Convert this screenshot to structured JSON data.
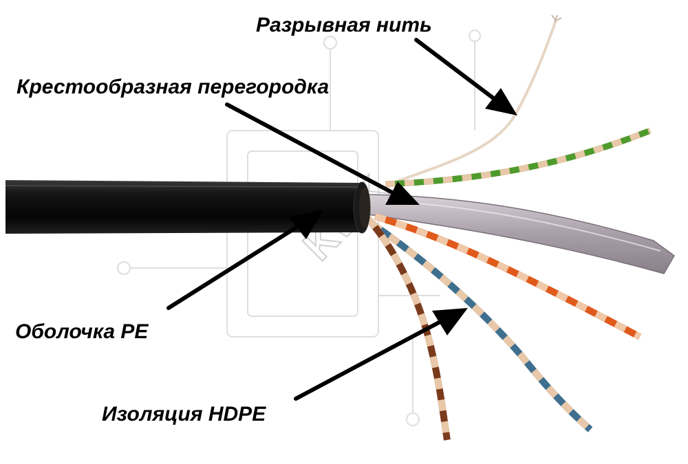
{
  "labels": {
    "ripcord": "Разрывная нить",
    "separator": "Крестообразная перегородка",
    "jacket": "Оболочка PE",
    "insulation": "Изоляция HDPE"
  },
  "colors": {
    "jacket": "#111111",
    "pair_green": "#4f9a2c",
    "pair_orange": "#e05a1c",
    "pair_blue": "#3f6f8f",
    "pair_brown": "#7a3a1c",
    "stripe_white": "#e8c8a8",
    "separator": "#b8b0b8",
    "ripcord": "#e6d6c4",
    "arrow": "#000000",
    "watermark": "#d6d6d6"
  },
  "watermark": {
    "text": "KWK"
  }
}
